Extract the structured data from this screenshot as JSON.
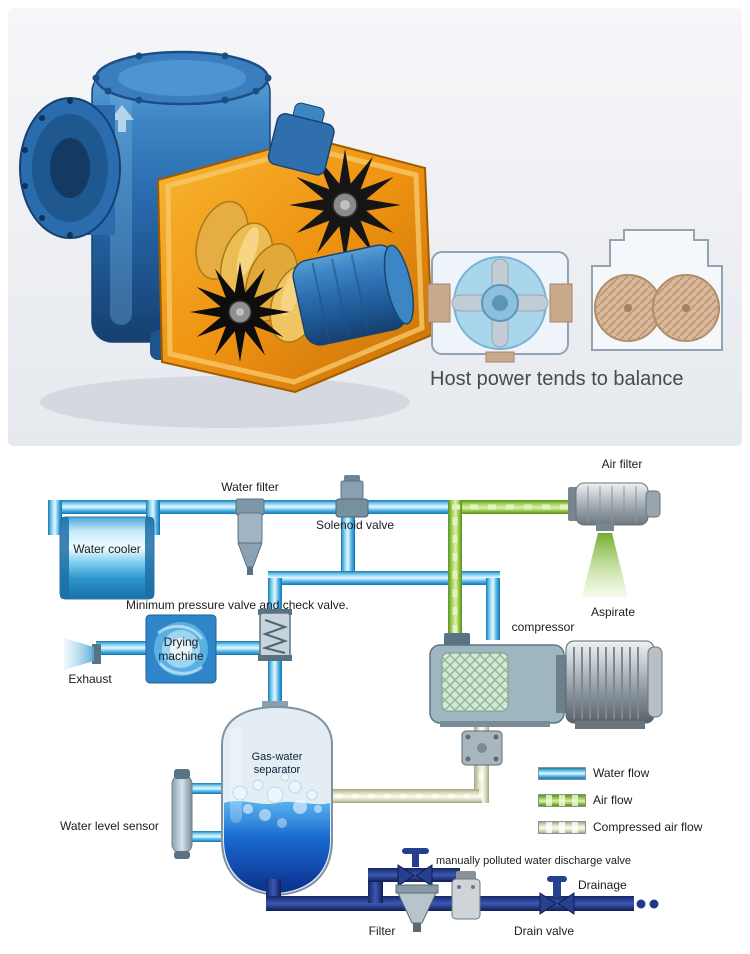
{
  "top": {
    "caption": "Host power tends to balance"
  },
  "flow": {
    "labels": {
      "water_filter": "Water filter",
      "solenoid_valve": "Solenoid valve",
      "air_filter": "Air filter",
      "water_cooler": "Water cooler",
      "min_pressure_valve": "Minimum pressure valve and check valve.",
      "drying_machine": "Drying machine",
      "exhaust": "Exhaust",
      "aspirate": "Aspirate",
      "compressor": "compressor",
      "gas_water_separator": "Gas-water separator",
      "water_level_sensor": "Water level sensor",
      "manual_discharge_valve": "manually polluted water discharge valve",
      "drainage": "Drainage",
      "filter": "Filter",
      "drain_valve": "Drain valve"
    },
    "legend": {
      "water": "Water flow",
      "air": "Air flow",
      "compressed": "Compressed air flow"
    },
    "colors": {
      "water_flow": "#29a8e0",
      "air_flow": "#8cc23e",
      "compressed_air_flow": "#eaead0",
      "drain_pipe": "#1e3a8c"
    }
  }
}
